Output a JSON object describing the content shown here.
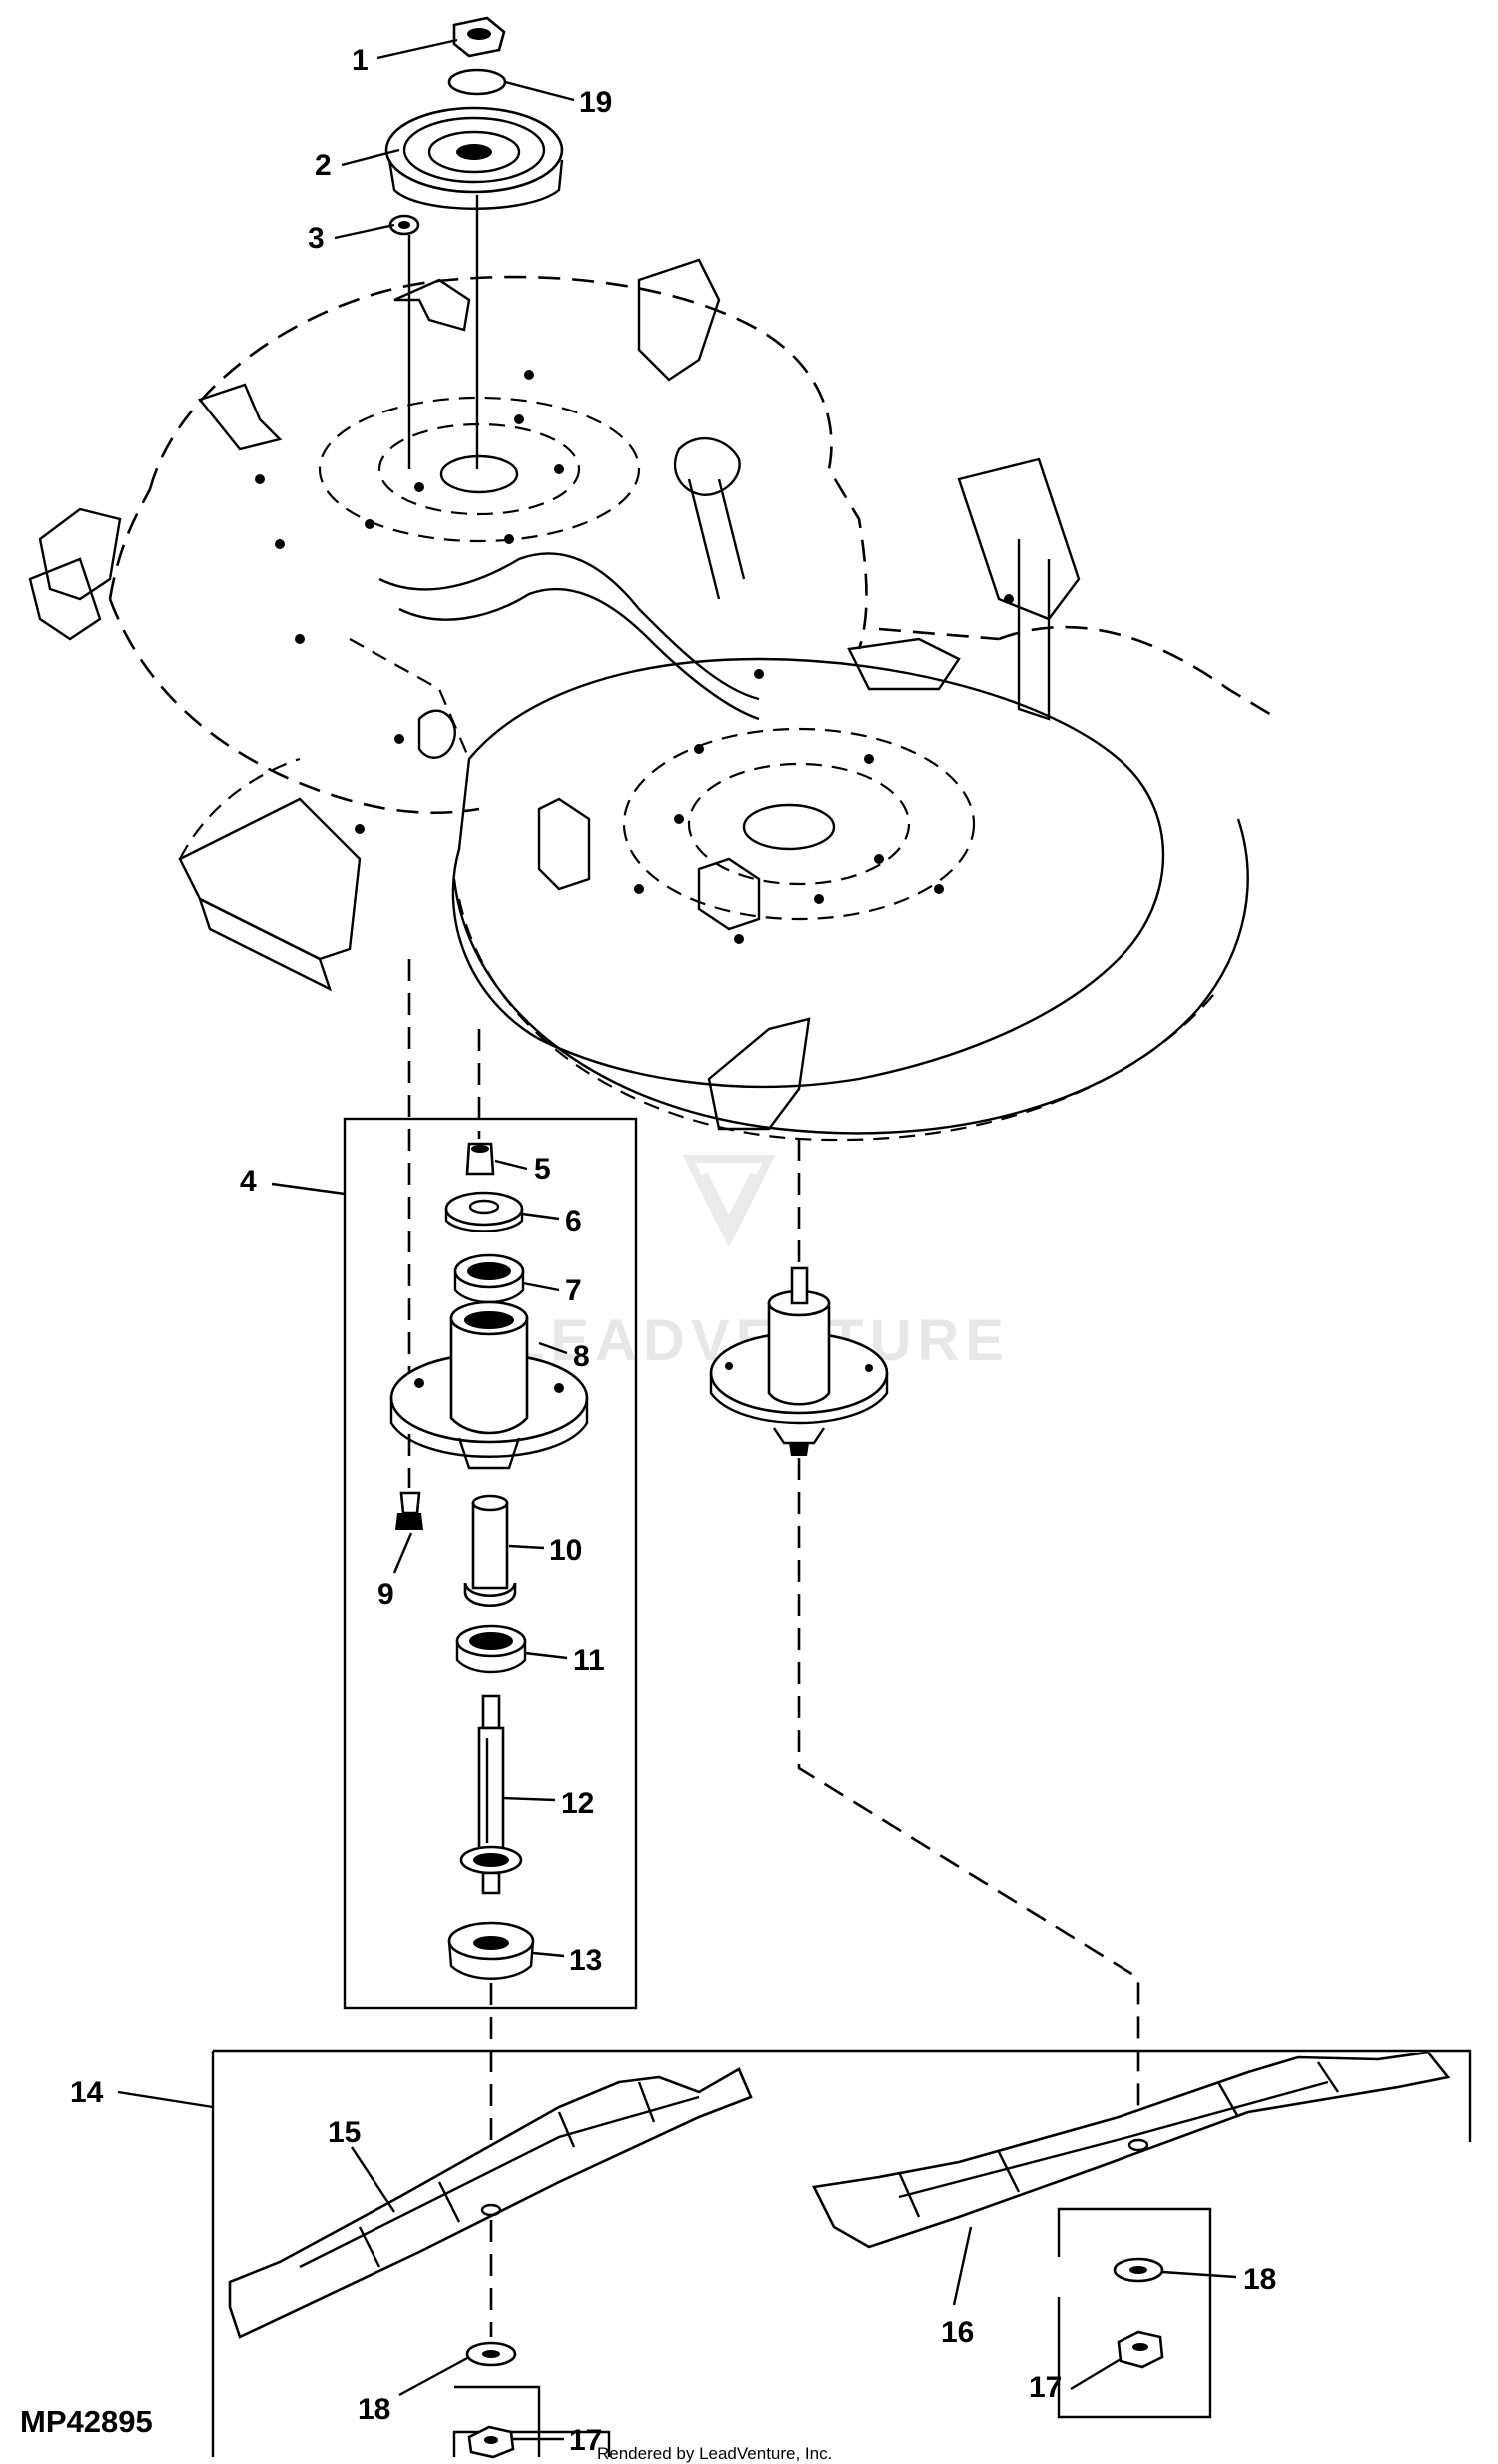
{
  "figure_id": "MP42895",
  "credit": "Rendered by LeadVenture, Inc.",
  "watermark": "LEADVENTURE",
  "callouts": [
    "1",
    "19",
    "2",
    "3",
    "4",
    "5",
    "6",
    "7",
    "8",
    "9",
    "10",
    "11",
    "12",
    "13",
    "14",
    "15",
    "16",
    "18",
    "17",
    "18",
    "17"
  ]
}
